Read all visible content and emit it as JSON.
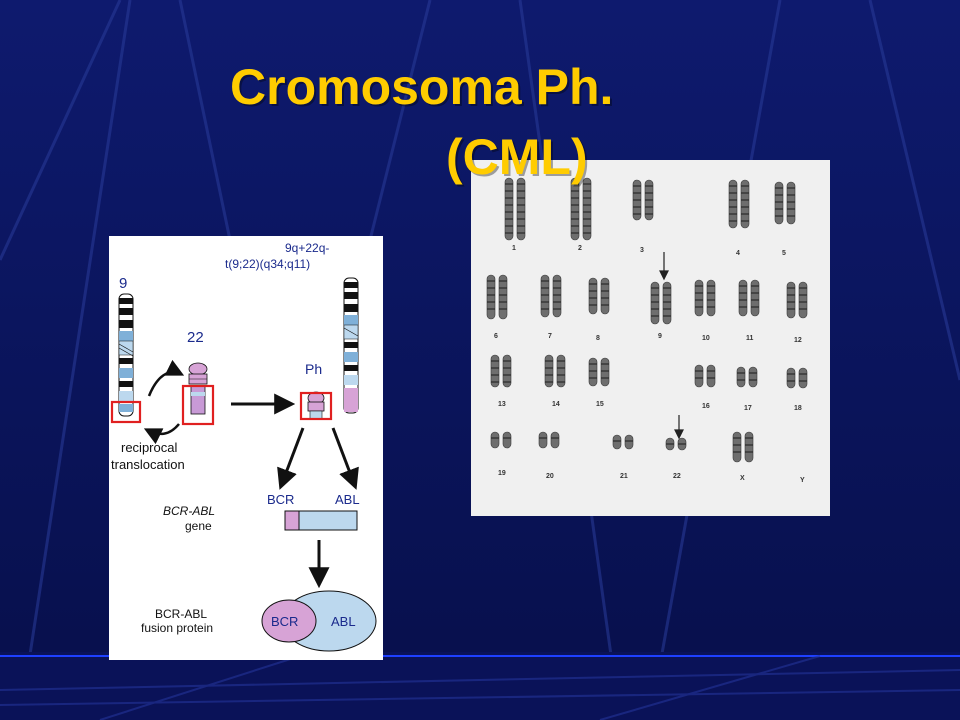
{
  "slide": {
    "title_line1": "Cromosoma Ph.",
    "title_line2": "(CML)",
    "colors": {
      "background": "#0b1561",
      "title": "#ffcc00",
      "accent_line": "#1e40ff"
    }
  },
  "karyotype": {
    "labels": [
      "1",
      "2",
      "3",
      "4",
      "5",
      "6",
      "7",
      "8",
      "9",
      "10",
      "11",
      "12",
      "13",
      "14",
      "15",
      "16",
      "17",
      "18",
      "19",
      "20",
      "21",
      "22",
      "X",
      "Y"
    ]
  },
  "translocation": {
    "chrom9_label": "9",
    "chrom22_label": "22",
    "result_label_line1": "9q+22q-",
    "result_label_line2": "t(9;22)(q34;q11)",
    "ph_label": "Ph",
    "reciprocal_line1": "reciprocal",
    "reciprocal_line2": "translocation",
    "bcr_label": "BCR",
    "abl_label": "ABL",
    "gene_line1": "BCR-ABL",
    "gene_line2": "gene",
    "protein_line1": "BCR-ABL",
    "protein_line2": "fusion protein",
    "protein_bcr": "BCR",
    "protein_abl": "ABL"
  }
}
